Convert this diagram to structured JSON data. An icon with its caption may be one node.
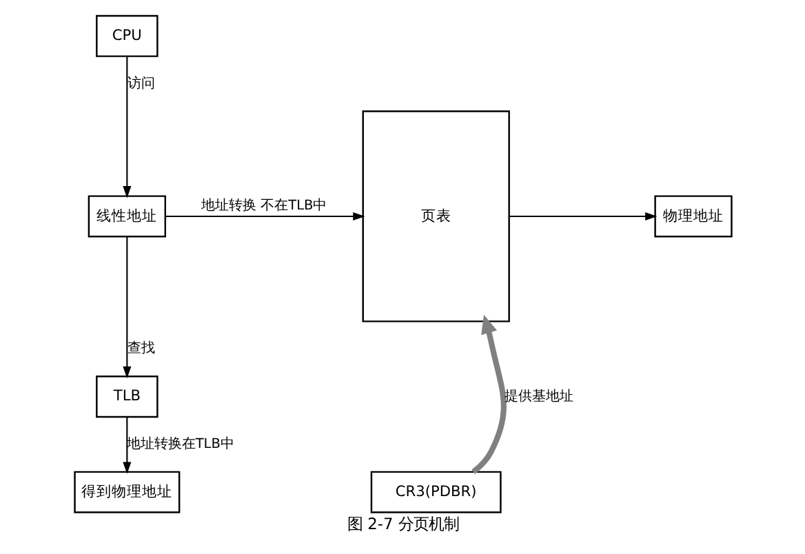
{
  "diagram": {
    "caption": "图 2-7 分页机制",
    "nodes": [
      {
        "text": [
          "CPU"
        ]
      },
      {
        "text": [
          "线性地址"
        ]
      },
      {
        "text": [
          "TLB"
        ]
      },
      {
        "text": [
          "得到物理地址"
        ]
      },
      {
        "text": [
          "页表"
        ]
      },
      {
        "text": [
          "物理地址"
        ]
      },
      {
        "text": [
          "CR3(PDBR)"
        ]
      }
    ],
    "edges": [
      {
        "from": 0,
        "to": 1,
        "arrow": "to",
        "label": "访问"
      },
      {
        "from": 1,
        "to": 2,
        "arrow": "to",
        "label": "查找"
      },
      {
        "from": 2,
        "to": 3,
        "arrow": "to",
        "label": "地址转换在TLB中"
      },
      {
        "from": 1,
        "to": 4,
        "arrow": "to",
        "label": "地址转换 不在TLB中"
      },
      {
        "from": 4,
        "to": 5,
        "arrow": "to"
      },
      {
        "from": 6,
        "to": 4,
        "arrow": "to",
        "label": "提供基地址",
        "style": "thick",
        "color": "#808080"
      }
    ]
  }
}
